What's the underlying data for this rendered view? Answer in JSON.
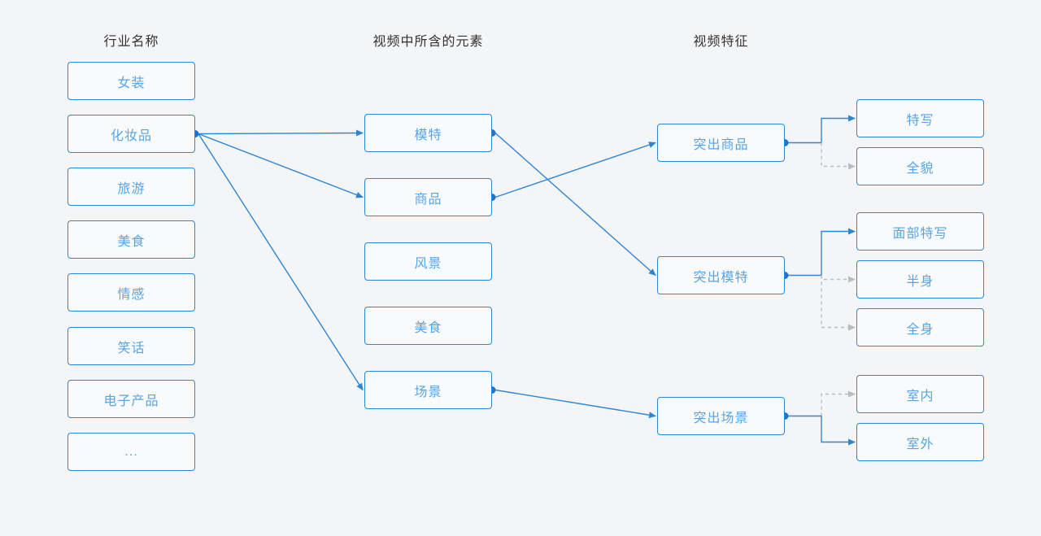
{
  "headers": {
    "industry": "行业名称",
    "elements": "视频中所含的元素",
    "features": "视频特征"
  },
  "industries": [
    "女装",
    "化妆品",
    "旅游",
    "美食",
    "情感",
    "笑话",
    "电子产品",
    "..."
  ],
  "elements": [
    "模特",
    "商品",
    "风景",
    "美食",
    "场景"
  ],
  "features": [
    "突出商品",
    "突出模特",
    "突出场景"
  ],
  "details": [
    "特写",
    "全貌",
    "面部特写",
    "半身",
    "全身",
    "室内",
    "室外"
  ],
  "colors": {
    "background": "#f4f5f7",
    "box_border": "#2e88d4",
    "box_fill": "#f8fafc",
    "box_text": "#58a4e4",
    "header_text": "#333333",
    "solid_edge": "#2e86d2",
    "dashed_edge": "#b9bdc3",
    "dot": "#1b74d3"
  },
  "edges": [
    {
      "from": "industry-cosmetics",
      "to": "element-model",
      "style": "solid",
      "route": "straight"
    },
    {
      "from": "industry-cosmetics",
      "to": "element-product",
      "style": "solid",
      "route": "straight"
    },
    {
      "from": "industry-cosmetics",
      "to": "element-scene",
      "style": "solid",
      "route": "straight"
    },
    {
      "from": "element-model",
      "to": "feature-highlight-model",
      "style": "solid",
      "route": "straight"
    },
    {
      "from": "element-product",
      "to": "feature-highlight-product",
      "style": "solid",
      "route": "straight"
    },
    {
      "from": "element-scene",
      "to": "feature-highlight-scene",
      "style": "solid",
      "route": "straight"
    },
    {
      "from": "feature-highlight-product",
      "to": "detail-close-up",
      "style": "solid",
      "route": "elbow"
    },
    {
      "from": "feature-highlight-product",
      "to": "detail-full-view",
      "style": "dashed",
      "route": "elbow"
    },
    {
      "from": "feature-highlight-model",
      "to": "detail-face-close-up",
      "style": "solid",
      "route": "elbow"
    },
    {
      "from": "feature-highlight-model",
      "to": "detail-half-body",
      "style": "dashed",
      "route": "elbow"
    },
    {
      "from": "feature-highlight-model",
      "to": "detail-full-body",
      "style": "dashed",
      "route": "elbow"
    },
    {
      "from": "feature-highlight-scene",
      "to": "detail-indoor",
      "style": "dashed",
      "route": "elbow"
    },
    {
      "from": "feature-highlight-scene",
      "to": "detail-outdoor",
      "style": "solid",
      "route": "elbow"
    }
  ],
  "dots": [
    "industry-cosmetics",
    "element-model",
    "element-product",
    "element-scene",
    "feature-highlight-product",
    "feature-highlight-model",
    "feature-highlight-scene"
  ]
}
